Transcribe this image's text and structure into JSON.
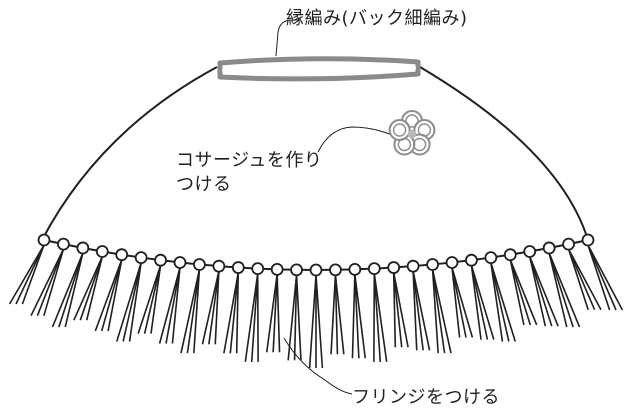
{
  "diagram": {
    "labels": {
      "border": "縁編み(バック細編み)",
      "corsage_line1": "コサージュを作り",
      "corsage_line2": "つける",
      "fringe": "フリンジをつける"
    },
    "colors": {
      "outline": "#231f20",
      "border_stitch": "#8a8a8a",
      "corsage": "#8c8c8c",
      "corsage_center": "#b8b8b8",
      "background": "#ffffff"
    }
  }
}
